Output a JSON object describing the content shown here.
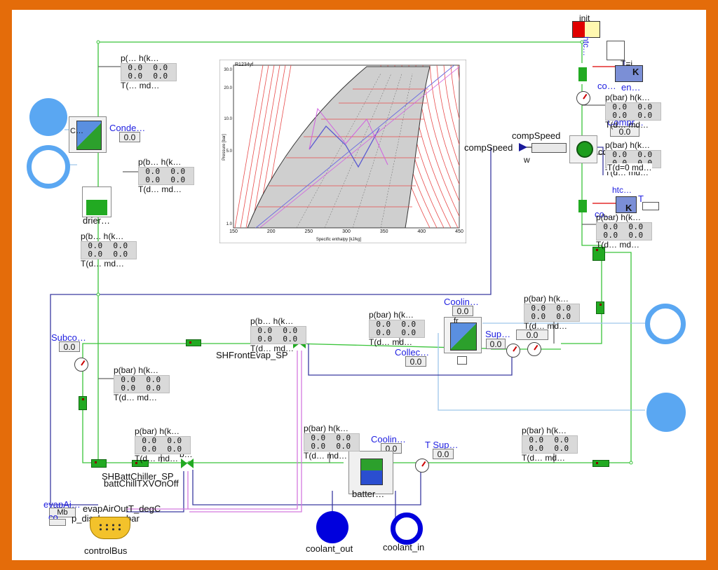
{
  "colors": {
    "frame": "#e46c0a",
    "refrigerant": "#3ac43a",
    "coolant_air": "#9fc6ea",
    "control": "#3a3aa0",
    "signal": "#d47adf",
    "port_blue": "#3b9cf0",
    "port_navy": "#0000dd"
  },
  "ph_chart": {
    "fluid": "R1234yf",
    "xlabel": "Specific enthalpy [kJ/kg]",
    "ylabel": "Pressure [bar]",
    "x_ticks": [
      "150",
      "200",
      "250",
      "300",
      "350",
      "400",
      "450"
    ],
    "y_ticks": [
      "30.0",
      "20.0",
      "10.0",
      "5.0",
      "1.0"
    ]
  },
  "state_table": {
    "header": "p(… h(k…",
    "header_bar": "p(bar) h(k…",
    "header_short": "p(b… h(k…",
    "val": "0.0",
    "footer": "T(… md…",
    "footer2": "T(d… md…",
    "footer3": "T(d… md…"
  },
  "labels": {
    "init": "init",
    "htc_top": "htc…",
    "en": "en…",
    "co_top": "co…",
    "T_eq": "T=i",
    "K": "K",
    "condenser": "Conde…",
    "condenser_box": "C…",
    "condenser_value": "0.0",
    "drier": "drier…",
    "compSpeed_left": "compSpeed",
    "compSpeed_top": "compSpeed",
    "w": "w",
    "compr": "Compr…",
    "compr_value": "0.0",
    "co_compressor": "co…",
    "T_d_0": "T(d=0 md…",
    "htc_mid": "htc…",
    "co_mid": "co…",
    "T_right": "T",
    "cooling_top": "Coolin…",
    "cooling_top_value": "0.0",
    "fr": "fr",
    "sup": "Sup…",
    "sup_value": "0.0",
    "sup_value2": "0.0",
    "collector": "Collec…",
    "collector_value": "0.0",
    "subcooling": "Subco…",
    "subcooling_value": "0.0",
    "sh_front": "SHFrontEvap_SP",
    "sh_batt": "SHBattChiller_SP",
    "batt_txv": "battChillTXVOnOff",
    "b_valve": "b…",
    "cooling_bot": "Coolin…",
    "cooling_bot_value": "0.0",
    "t_sup": "T Sup…",
    "t_sup_value": "0.0",
    "battery": "batter…",
    "evap_ai": "evapAi…",
    "mb": "Mb",
    "evap_air_out": "evapAirOutT_degC",
    "co_bus": "co…",
    "p_discharge": "p_discharge_bar",
    "control_bus": "controlBus",
    "coolant_out": "coolant_out",
    "coolant_in": "coolant_in"
  }
}
